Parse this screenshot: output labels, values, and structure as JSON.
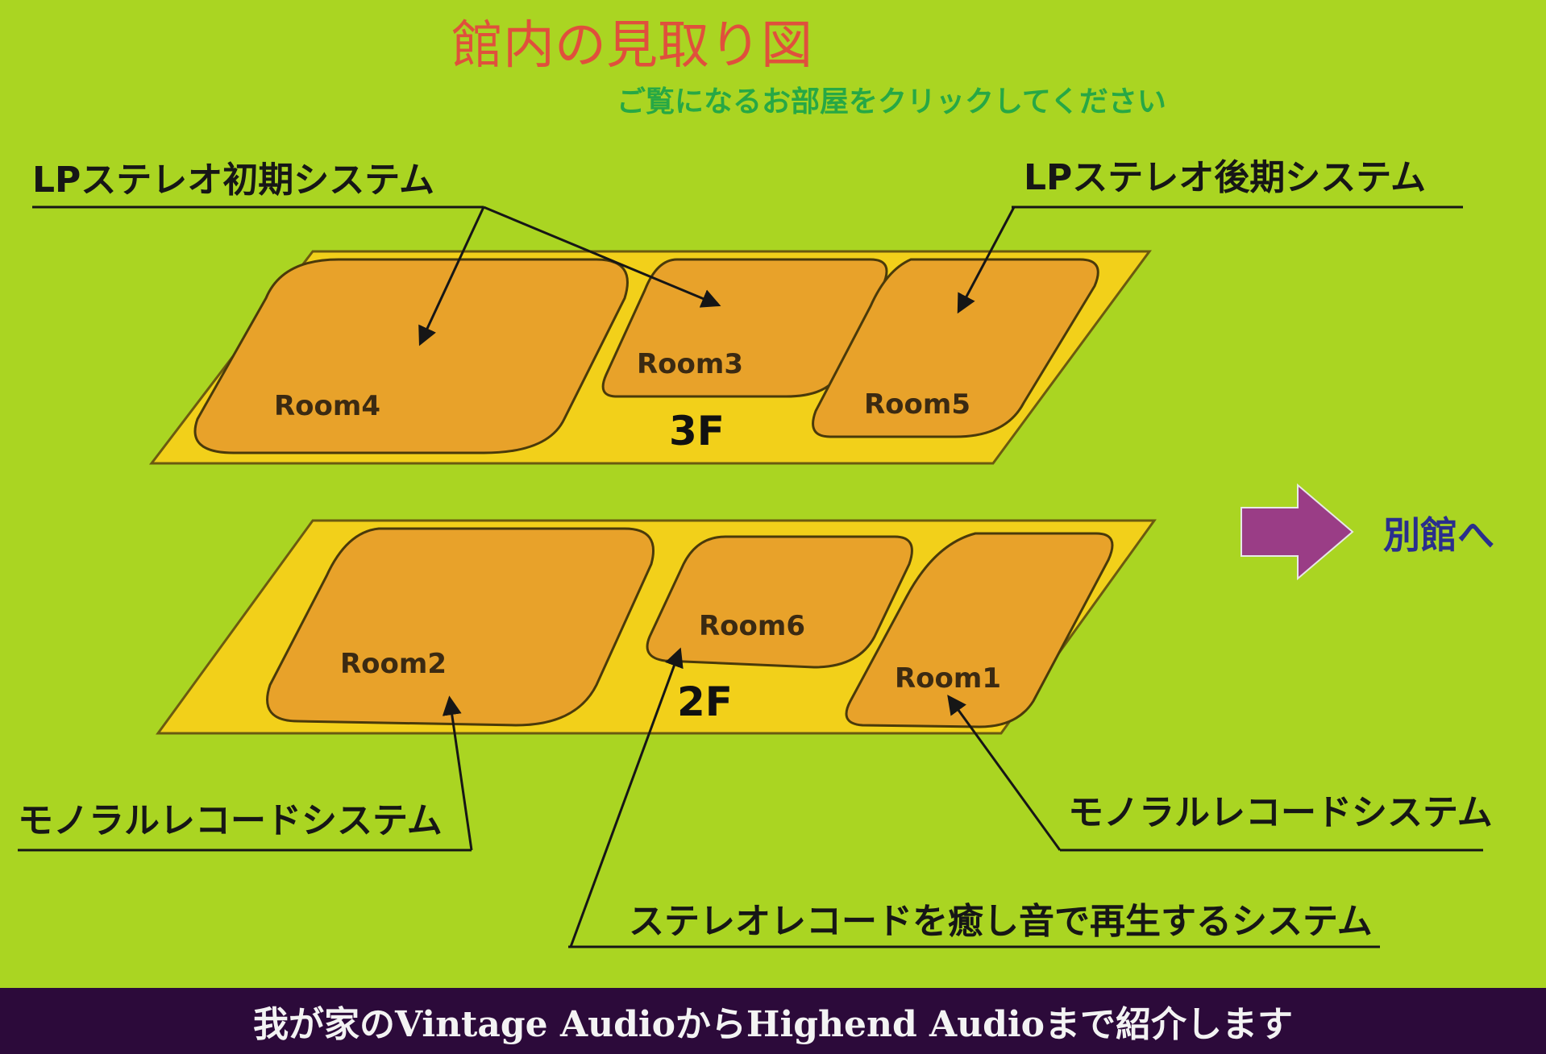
{
  "title": "館内の見取り図",
  "subtitle": "ご覧になるお部屋をクリックしてください",
  "floors": {
    "f3": "3F",
    "f2": "2F"
  },
  "rooms": {
    "room1": "Room1",
    "room2": "Room2",
    "room3": "Room3",
    "room4": "Room4",
    "room5": "Room5",
    "room6": "Room6"
  },
  "callouts": {
    "lp_early": "LPステレオ初期システム",
    "lp_late": "LPステレオ後期システム",
    "mono_left": "モノラルレコードシステム",
    "mono_right": "モノラルレコードシステム",
    "stereo_healing": "ステレオレコードを癒し音で再生するシステム"
  },
  "annex_link": "別館へ",
  "footer": "我が家のVintage AudioからHighend Audioまで紹介します",
  "colors": {
    "background": "#aad522",
    "floor_fill": "#f2d01a",
    "room_fill": "#e8a22a",
    "arrow_fill": "#9a3d86",
    "footer_bg": "#2c0a3a"
  },
  "icons": {
    "annex_arrow": "right-arrow-icon"
  }
}
